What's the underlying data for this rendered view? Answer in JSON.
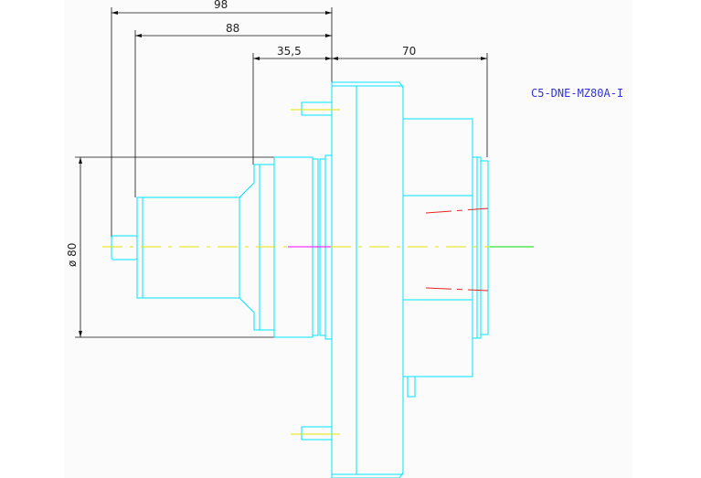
{
  "drawing": {
    "model_code": "C5-DNE-MZ80A-I",
    "dimensions": {
      "overall_length": "98",
      "shank_length": "88",
      "flange_to_shank": "35,5",
      "body_length": "70",
      "diameter": "ø 80"
    },
    "colors": {
      "outline": "#00e5ff",
      "centerline": "#e6e600",
      "dimension": "#111111",
      "hidden": "#ee2222",
      "model_text": "#3333cc"
    }
  }
}
